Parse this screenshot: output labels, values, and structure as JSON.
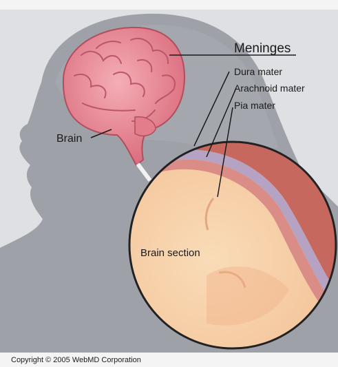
{
  "labels": {
    "meninges": "Meninges",
    "dura": "Dura mater",
    "arachnoid": "Arachnoid mater",
    "pia": "Pia mater",
    "brain": "Brain",
    "brain_section": "Brain section"
  },
  "copyright": "Copyright © 2005 WebMD Corporation",
  "colors": {
    "background": "#d9dadd",
    "head": "#9fa2a8",
    "brain": "#e98592",
    "section_fill": "#f7cfa6",
    "dura": "#c96e63",
    "outline": "#2a2a2a"
  }
}
